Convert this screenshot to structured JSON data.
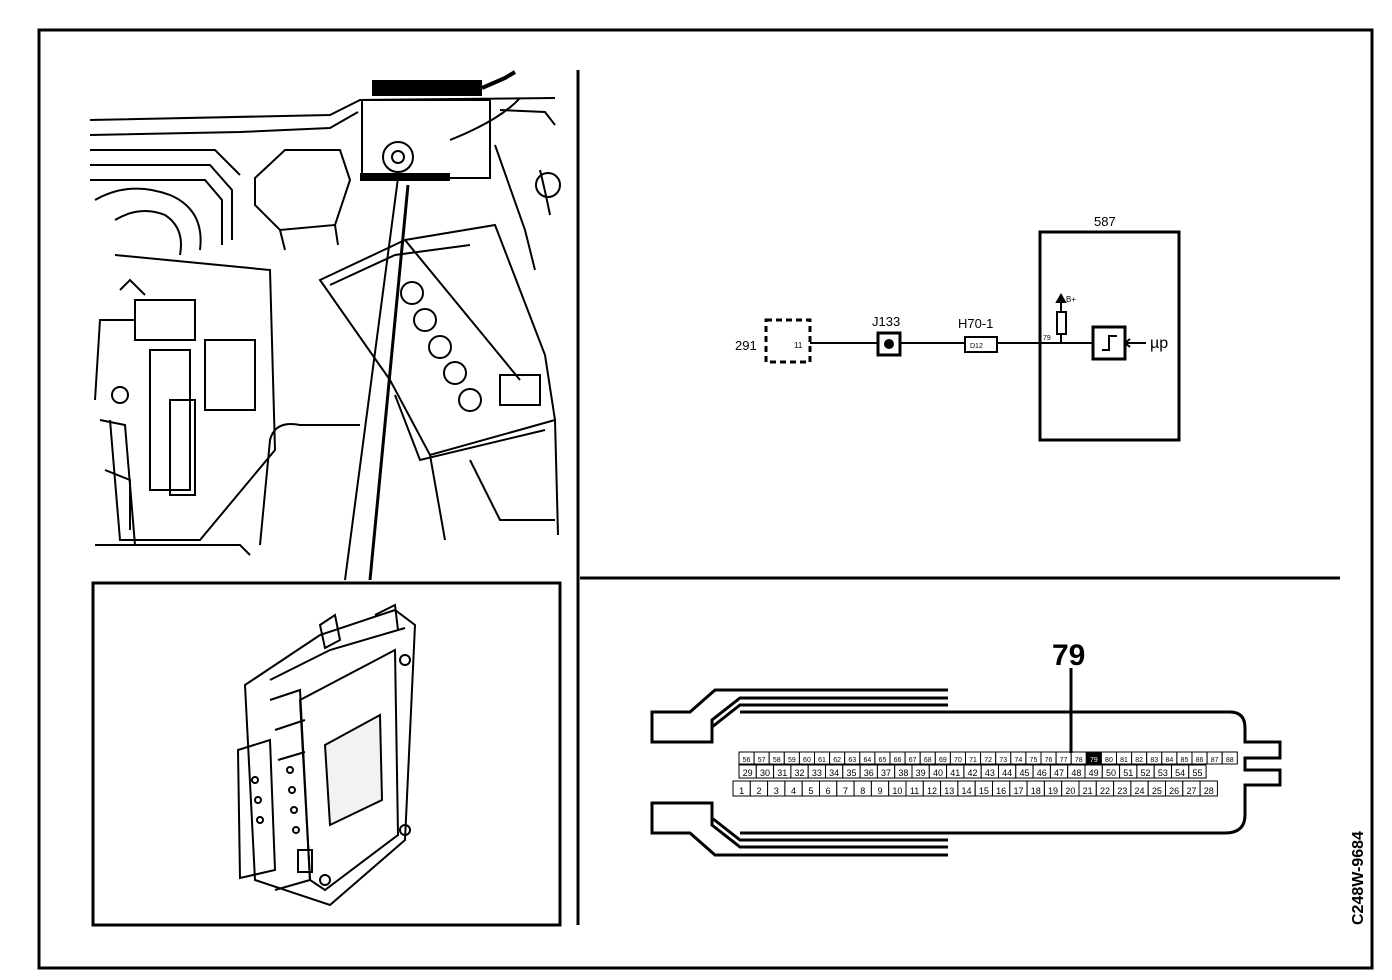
{
  "figure_code": "C248W-9684",
  "schematic": {
    "connector_291": {
      "label": "291",
      "pin": "11"
    },
    "junction_J133": {
      "label": "J133"
    },
    "connector_H70": {
      "label": "H70-1",
      "pin": "D12"
    },
    "control_unit": {
      "label": "587",
      "input_pin": "79",
      "supply": "B+",
      "output": "µp"
    }
  },
  "connector_pinout": {
    "highlight_label": "79",
    "rows": [
      {
        "pins": [
          "56",
          "57",
          "58",
          "59",
          "60",
          "61",
          "62",
          "63",
          "64",
          "65",
          "66",
          "67",
          "68",
          "69",
          "70",
          "71",
          "72",
          "73",
          "74",
          "75",
          "76",
          "77",
          "78",
          "79",
          "80",
          "81",
          "82",
          "83",
          "84",
          "85",
          "86",
          "87",
          "88"
        ]
      },
      {
        "pins": [
          "29",
          "30",
          "31",
          "32",
          "33",
          "34",
          "35",
          "36",
          "37",
          "38",
          "39",
          "40",
          "41",
          "42",
          "43",
          "44",
          "45",
          "46",
          "47",
          "48",
          "49",
          "50",
          "51",
          "52",
          "53",
          "54",
          "55"
        ]
      },
      {
        "pins": [
          "1",
          "2",
          "3",
          "4",
          "5",
          "6",
          "7",
          "8",
          "9",
          "10",
          "11",
          "12",
          "13",
          "14",
          "15",
          "16",
          "17",
          "18",
          "19",
          "20",
          "21",
          "22",
          "23",
          "24",
          "25",
          "26",
          "27",
          "28"
        ]
      }
    ]
  }
}
